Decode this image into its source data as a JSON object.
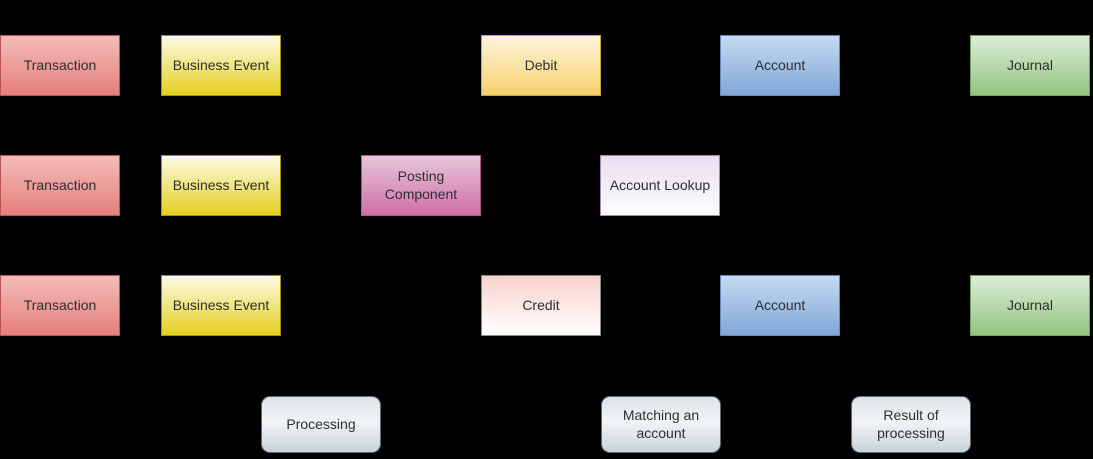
{
  "diagram": {
    "background_color": "#000000",
    "text_color": "#2f2f2f",
    "rows": [
      {
        "name": "debit-flow",
        "boxes": [
          {
            "label": "Transaction",
            "style": "red",
            "fill_top": "#f4bcb9",
            "fill_bottom": "#e4807d",
            "stroke": "#b85450"
          },
          {
            "label": "Business Event",
            "style": "yellow",
            "fill_top": "#fdfbe6",
            "fill_bottom": "#e6cf1f",
            "stroke": "#a39209"
          },
          {
            "label": "Debit",
            "style": "gold",
            "fill_top": "#fdf5da",
            "fill_bottom": "#f6d16e",
            "stroke": "#c9a23a"
          },
          {
            "label": "Account",
            "style": "blue",
            "fill_top": "#c6daf1",
            "fill_bottom": "#82a7d7",
            "stroke": "#6688b8"
          },
          {
            "label": "Journal",
            "style": "green",
            "fill_top": "#dbedd6",
            "fill_bottom": "#93c482",
            "stroke": "#74a35e"
          }
        ]
      },
      {
        "name": "posting-lookup-flow",
        "boxes": [
          {
            "label": "Transaction",
            "style": "red",
            "fill_top": "#f4bcb9",
            "fill_bottom": "#e4807d",
            "stroke": "#b85450"
          },
          {
            "label": "Business Event",
            "style": "yellow",
            "fill_top": "#fdfbe6",
            "fill_bottom": "#e6cf1f",
            "stroke": "#a39209"
          },
          {
            "label": "Posting Component",
            "style": "pink",
            "fill_top": "#e6c7dc",
            "fill_bottom": "#d06fa6",
            "stroke": "#aa5a85"
          },
          {
            "label": "Account Lookup",
            "style": "lavender",
            "fill_top": "#e7def0",
            "fill_bottom": "#fdfdfe",
            "stroke": "#9f86b5"
          }
        ]
      },
      {
        "name": "credit-flow",
        "boxes": [
          {
            "label": "Transaction",
            "style": "red",
            "fill_top": "#f4bcb9",
            "fill_bottom": "#e4807d",
            "stroke": "#b85450"
          },
          {
            "label": "Business Event",
            "style": "yellow",
            "fill_top": "#fdfbe6",
            "fill_bottom": "#e6cf1f",
            "stroke": "#a39209"
          },
          {
            "label": "Credit",
            "style": "credit",
            "fill_top": "#f8d2cc",
            "fill_bottom": "#ffffff",
            "stroke": "#8a8a8a"
          },
          {
            "label": "Account",
            "style": "blue",
            "fill_top": "#c6daf1",
            "fill_bottom": "#82a7d7",
            "stroke": "#6688b8"
          },
          {
            "label": "Journal",
            "style": "green",
            "fill_top": "#dbedd6",
            "fill_bottom": "#93c482",
            "stroke": "#74a35e"
          }
        ]
      }
    ],
    "lanes": [
      {
        "label": "Processing",
        "fill_top": "#dce3e9",
        "fill_bottom": "#c9d3db",
        "stroke": "#5f6a75"
      },
      {
        "label": "Matching an account",
        "fill_top": "#dce3e9",
        "fill_bottom": "#c9d3db",
        "stroke": "#5f6a75"
      },
      {
        "label": "Result of processing",
        "fill_top": "#dce3e9",
        "fill_bottom": "#c9d3db",
        "stroke": "#5f6a75"
      }
    ]
  }
}
